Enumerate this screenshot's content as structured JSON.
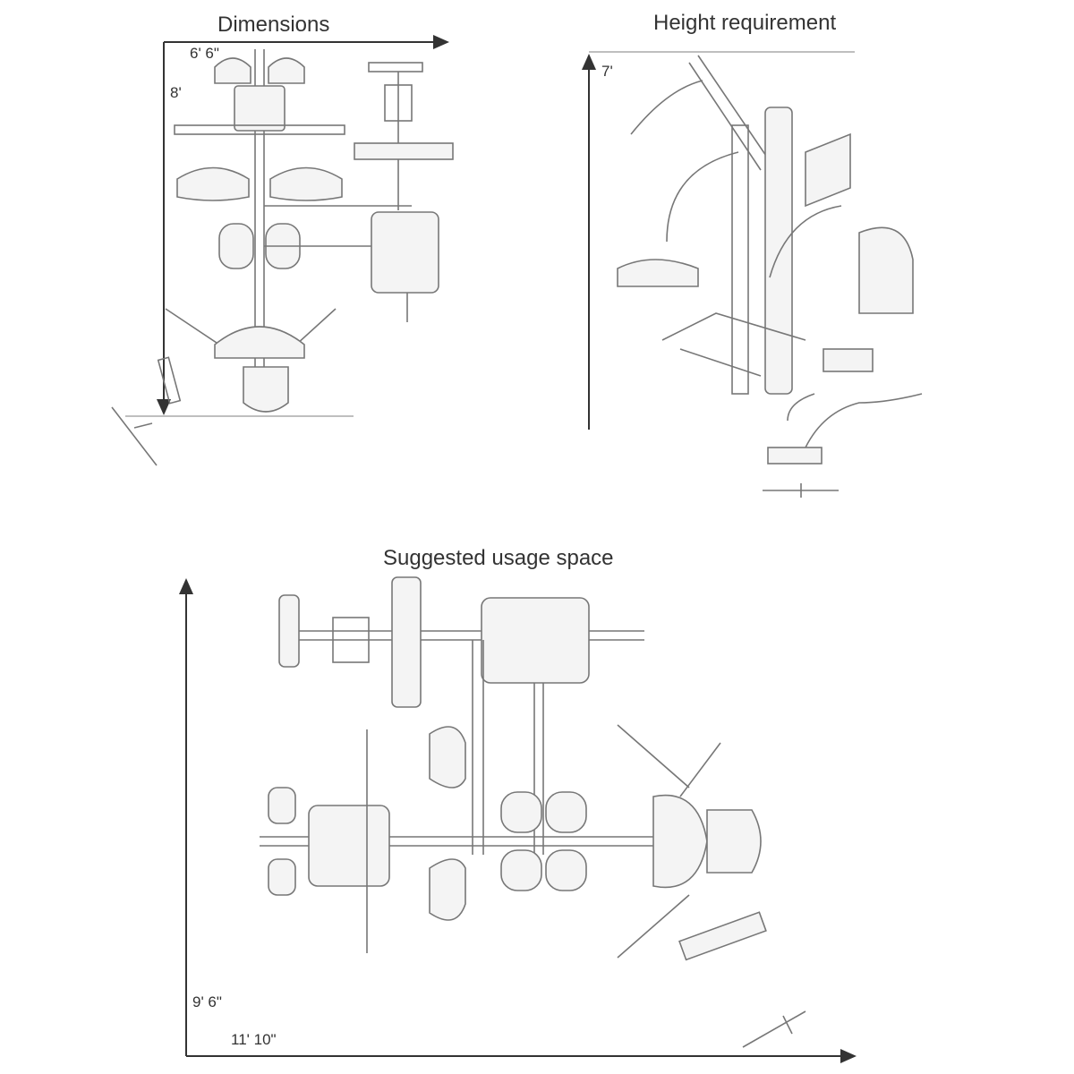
{
  "panels": {
    "dimensions": {
      "title": "Dimensions",
      "width_label": "6' 6\"",
      "depth_label": "8'"
    },
    "height": {
      "title": "Height requirement",
      "height_label": "7'"
    },
    "usage": {
      "title": "Suggested usage space",
      "depth_label": "9' 6\"",
      "width_label": "11' 10\""
    }
  },
  "colors": {
    "line": "#777777",
    "axis": "#333333"
  }
}
